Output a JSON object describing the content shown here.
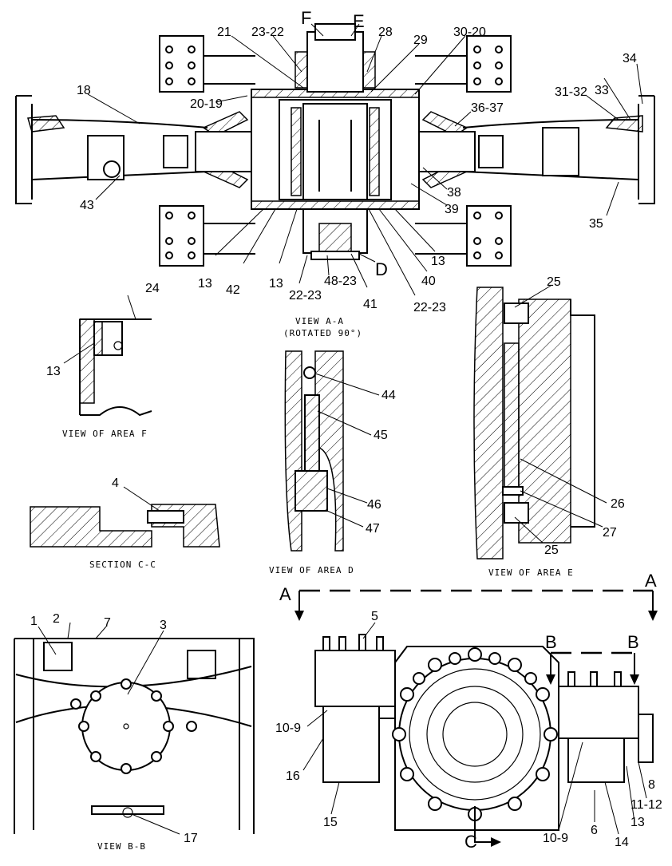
{
  "callouts": {
    "top": [
      "F",
      "E",
      "21",
      "23-22",
      "28",
      "29",
      "30-20",
      "18",
      "20-19",
      "34",
      "31-32",
      "33",
      "36-37",
      "43",
      "38",
      "39",
      "35",
      "13",
      "42",
      "13",
      "22-23",
      "48-23",
      "41",
      "D",
      "22-23",
      "40",
      "13"
    ],
    "view_f": [
      "24",
      "13"
    ],
    "view_d": [
      "44",
      "45",
      "46",
      "47"
    ],
    "view_e": [
      "25",
      "26",
      "27",
      "25"
    ],
    "section_c": [
      "4"
    ],
    "view_b": [
      "1",
      "2",
      "7",
      "3",
      "17"
    ],
    "bottom_right": [
      "A",
      "A",
      "5",
      "B",
      "B",
      "10-9",
      "16",
      "15",
      "10-9",
      "6",
      "14",
      "13",
      "11-12",
      "8",
      "C"
    ]
  },
  "captions": {
    "view_f": "VIEW OF AREA F",
    "view_aa_line1": "VIEW A-A",
    "view_aa_line2": "(ROTATED 90°)",
    "view_d": "VIEW OF AREA D",
    "view_e": "VIEW OF AREA E",
    "section_c": "SECTION C-C",
    "view_b": "VIEW B-B"
  },
  "colors": {
    "ink": "#000000",
    "paper": "#ffffff"
  }
}
